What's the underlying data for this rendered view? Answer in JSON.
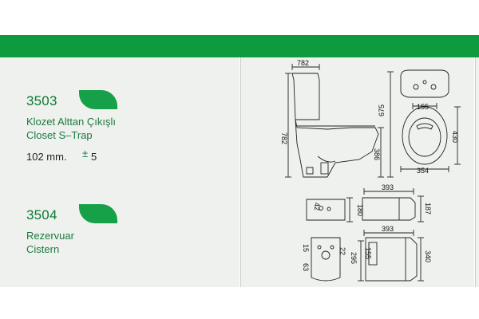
{
  "colors": {
    "brand_green": "#0e9a3e",
    "panel_bg": "#eef1ee",
    "text_green": "#1c7a3e"
  },
  "products": [
    {
      "code": "3503",
      "name_tr": "Klozet Alttan Çıkışlı",
      "name_en": "Closet S–Trap",
      "offset": "102 mm.",
      "tolerance_sign": "±",
      "tolerance_value": "5"
    },
    {
      "code": "3504",
      "name_tr": "Rezervuar",
      "name_en": "Cistern"
    }
  ],
  "dimensions": {
    "closet_top_width": "782",
    "closet_height": "782",
    "seat_height": "386",
    "depth": "675",
    "bolt_spacing": "155",
    "bowl_length": "430",
    "bowl_width": "354",
    "cistern_top_width": "393",
    "cistern_top_depth": "180",
    "cistern_top_height": "187",
    "cistern_top_hole": "42",
    "cistern_width": "393",
    "cistern_height": "340",
    "cistern_hole_height": "295",
    "cistern_inlet_height": "155",
    "base_dim_a": "15",
    "base_dim_b": "22",
    "base_dim_c": "63"
  }
}
